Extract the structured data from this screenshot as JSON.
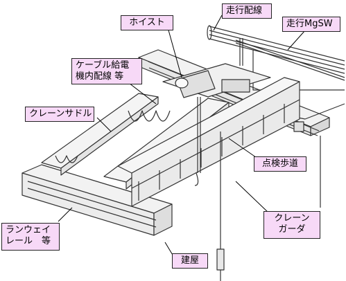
{
  "labels": {
    "hoist": "ホイスト",
    "runway_wiring": "走行配線",
    "runway_mgsw": "走行MgSW",
    "cable_feed": [
      "ケーブル給電",
      "機内配線 等"
    ],
    "crane_saddle": "クレーンサドル",
    "walkway": "点検歩道",
    "crane_girder": [
      "クレーン",
      "ガーダ"
    ],
    "runway_rail": [
      "ランウェイ",
      "レール　等"
    ],
    "building": "建屋"
  }
}
